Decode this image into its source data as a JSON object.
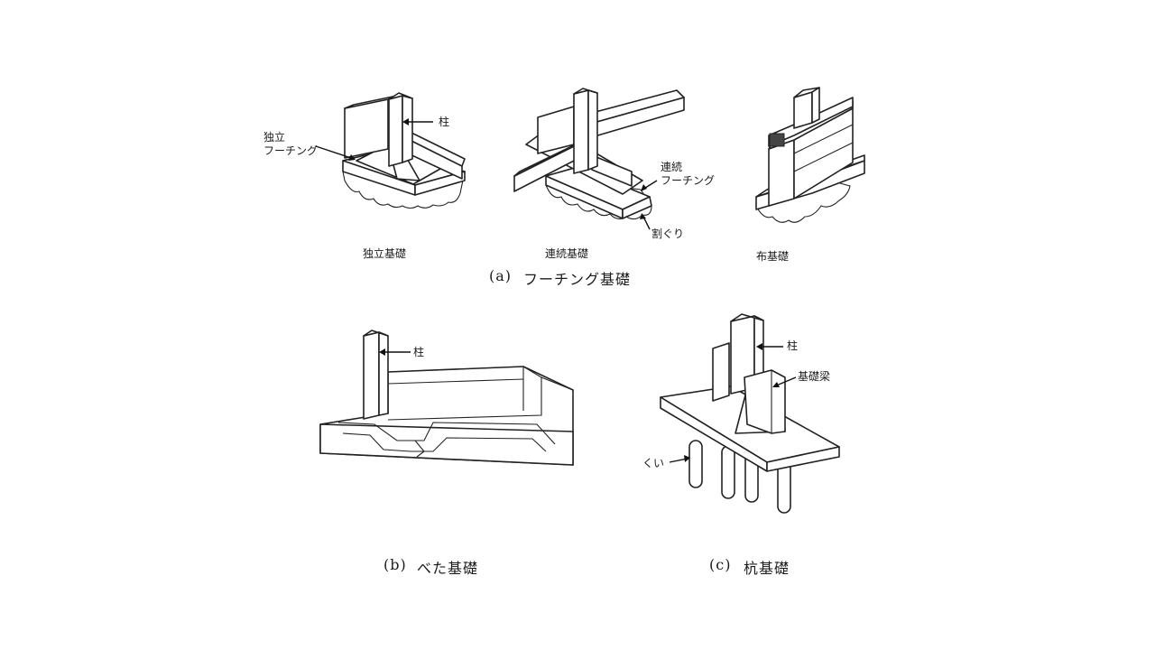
{
  "figure": {
    "a": {
      "caption_prefix": "(a)",
      "caption": "フーチング基礎",
      "isolated": {
        "caption": "独立基礎",
        "label_column": "柱",
        "label_footing_line1": "独立",
        "label_footing_line2": "フーチング"
      },
      "continuous": {
        "caption": "連続基礎",
        "label_footing_line1": "連続",
        "label_footing_line2": "フーチング",
        "label_gravel": "割ぐり"
      },
      "strip": {
        "caption": "布基礎"
      }
    },
    "b": {
      "caption_prefix": "(b)",
      "caption": "べた基礎",
      "label_column": "柱"
    },
    "c": {
      "caption_prefix": "(c)",
      "caption": "杭基礎",
      "label_column": "柱",
      "label_beam": "基礎梁",
      "label_pile": "くい"
    }
  }
}
